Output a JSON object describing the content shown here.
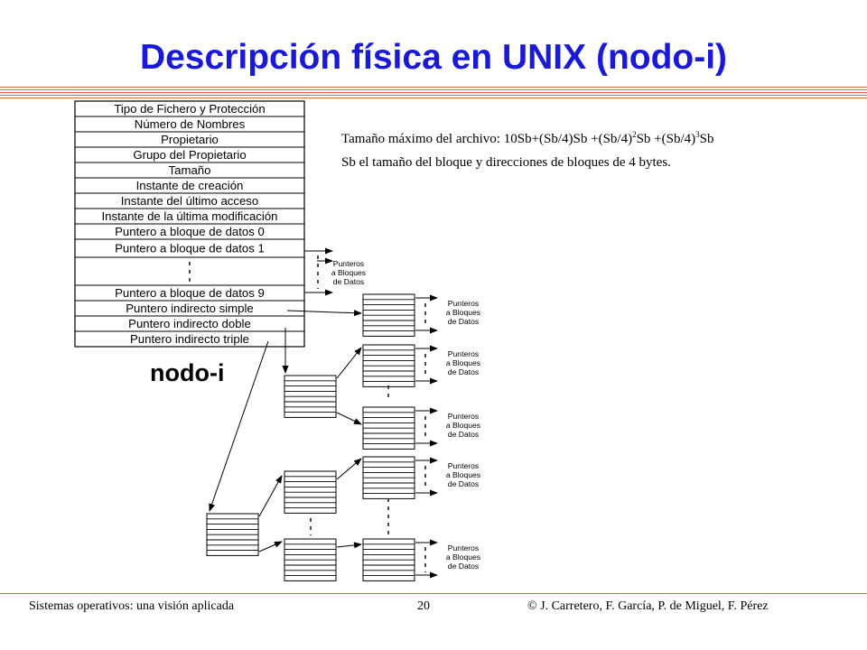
{
  "slide": {
    "title": "Descripción física en UNIX (nodo-i)"
  },
  "formula": {
    "line1_a": "Tamaño máximo del archivo: 10Sb+(Sb/4)Sb +(Sb/4)",
    "line1_exp1": "2",
    "line1_b": "Sb +(Sb/4)",
    "line1_exp2": "3",
    "line1_c": "Sb",
    "line2": "Sb el tamaño del bloque y direcciones de bloques de 4 bytes."
  },
  "inode": {
    "caption": "nodo-i",
    "fields": [
      "Tipo de Fichero y Protección",
      "Número de Nombres",
      "Propietario",
      "Grupo del Propietario",
      "Tamaño",
      "Instante de creación",
      "Instante del último acceso",
      "Instante de la última modificación",
      "Puntero a bloque de datos 0",
      "Puntero a bloque de datos 1",
      "Puntero a bloque de datos 9",
      "Puntero indirecto simple",
      "Puntero indirecto doble",
      "Puntero indirecto triple"
    ]
  },
  "data_pointer_label": [
    "Punteros",
    "a Bloques",
    "de Datos"
  ],
  "footer": {
    "left": "Sistemas operativos: una visión aplicada",
    "page_number": "20",
    "right": "© J. Carretero, F. García, P. de Miguel, F. Pérez"
  },
  "colors": {
    "title": "#1a1ad6",
    "rule": "#d96a3f"
  }
}
